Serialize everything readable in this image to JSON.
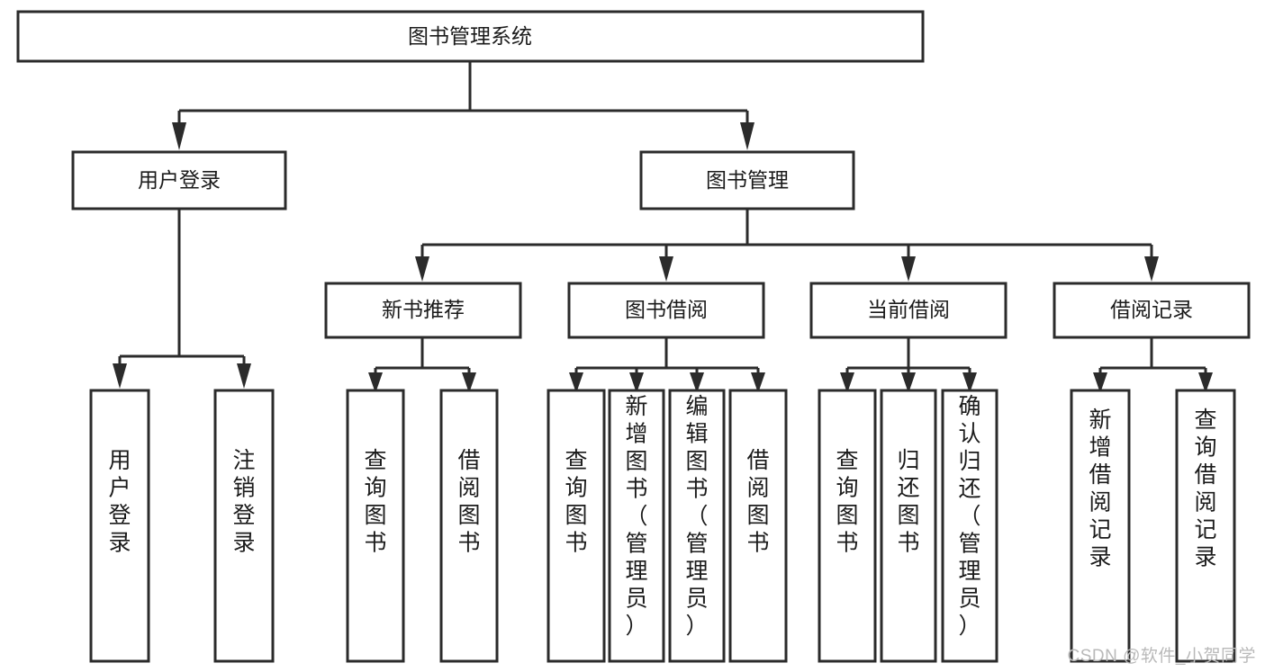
{
  "diagram": {
    "type": "tree",
    "title": "图书管理系统",
    "orientation": "top-down",
    "colors": {
      "box_fill": "#ffffff",
      "box_stroke": "#2b2b2b",
      "text": "#1b1b1b",
      "watermark": "#b9b9b9"
    },
    "levels": {
      "root": {
        "label": "图书管理系统"
      },
      "level2": [
        {
          "id": "user-login",
          "label": "用户登录"
        },
        {
          "id": "book-management",
          "label": "图书管理"
        }
      ],
      "level3": [
        {
          "id": "new-book-recommend",
          "label": "新书推荐",
          "parent": "book-management"
        },
        {
          "id": "book-borrow",
          "label": "图书借阅",
          "parent": "book-management"
        },
        {
          "id": "current-borrow",
          "label": "当前借阅",
          "parent": "book-management"
        },
        {
          "id": "borrow-record",
          "label": "借阅记录",
          "parent": "book-management"
        }
      ],
      "leaves": [
        {
          "id": "leaf-user-login",
          "label": "用户登录",
          "parent": "user-login"
        },
        {
          "id": "leaf-logout-login",
          "label": "注销登录",
          "parent": "user-login"
        },
        {
          "id": "leaf-query-book-1",
          "label": "查询图书",
          "parent": "new-book-recommend"
        },
        {
          "id": "leaf-borrow-book-1",
          "label": "借阅图书",
          "parent": "new-book-recommend"
        },
        {
          "id": "leaf-query-book-2",
          "label": "查询图书",
          "parent": "book-borrow"
        },
        {
          "id": "leaf-add-book",
          "label": "新增图书（管理员）",
          "parent": "book-borrow"
        },
        {
          "id": "leaf-edit-book",
          "label": "编辑图书（管理员）",
          "parent": "book-borrow"
        },
        {
          "id": "leaf-borrow-book-2",
          "label": "借阅图书",
          "parent": "book-borrow"
        },
        {
          "id": "leaf-query-book-3",
          "label": "查询图书",
          "parent": "current-borrow"
        },
        {
          "id": "leaf-return-book",
          "label": "归还图书",
          "parent": "current-borrow"
        },
        {
          "id": "leaf-confirm-return",
          "label": "确认归还（管理员）",
          "parent": "current-borrow"
        },
        {
          "id": "leaf-add-record",
          "label": "新增借阅记录",
          "parent": "borrow-record"
        },
        {
          "id": "leaf-query-record",
          "label": "查询借阅记录",
          "parent": "borrow-record"
        }
      ]
    }
  },
  "watermark": {
    "text": "CSDN @软件_小贺同学"
  }
}
